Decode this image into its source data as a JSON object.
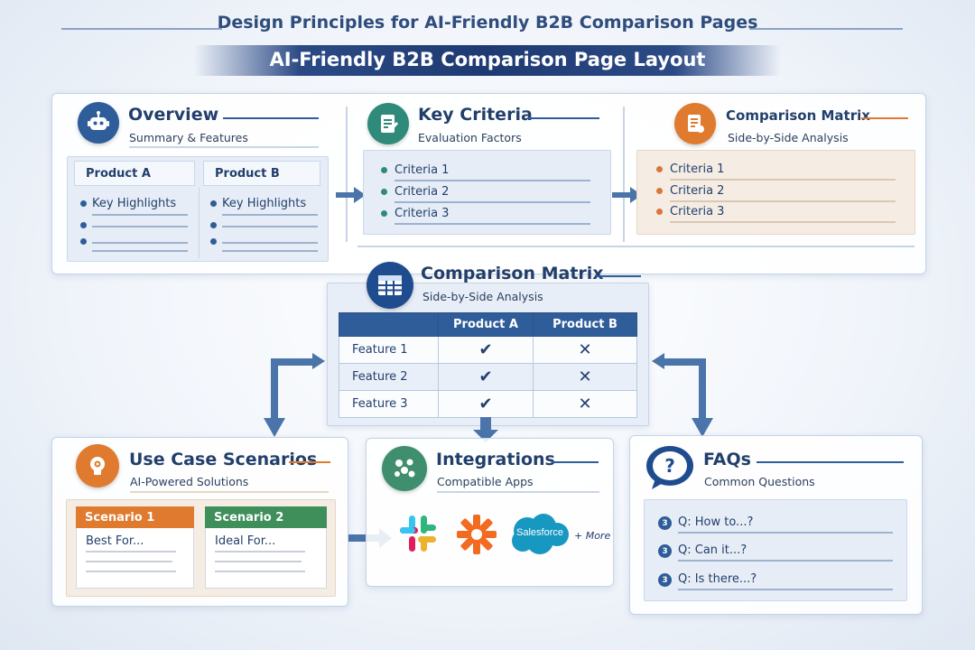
{
  "header": {
    "title": "Design Principles for AI-Friendly B2B Comparison Pages",
    "subtitle": "AI-Friendly B2B Comparison Page Layout"
  },
  "overview": {
    "title": "Overview",
    "subtitle": "Summary & Features",
    "products": [
      "Product A",
      "Product B"
    ],
    "highlight": "Key Highlights"
  },
  "key_criteria": {
    "title": "Key Criteria",
    "subtitle": "Evaluation Factors",
    "items": [
      "Criteria 1",
      "Criteria 2",
      "Criteria 3"
    ]
  },
  "top_matrix": {
    "title": "Comparison Matrix",
    "subtitle": "Side-by-Side Analysis",
    "items": [
      "Criteria 1",
      "Criteria 2",
      "Criteria 3"
    ]
  },
  "matrix": {
    "title": "Comparison Matrix",
    "subtitle": "Side-by-Side Analysis",
    "columns": [
      "",
      "Product A",
      "Product B"
    ],
    "rows": [
      {
        "feature": "Feature 1",
        "a": "✔",
        "b": "✕"
      },
      {
        "feature": "Feature 2",
        "a": "✔",
        "b": "✕"
      },
      {
        "feature": "Feature 3",
        "a": "✔",
        "b": "✕"
      }
    ]
  },
  "use_cases": {
    "title": "Use Case Scenarios",
    "subtitle": "AI-Powered Solutions",
    "scenarios": [
      {
        "label": "Scenario 1",
        "line": "Best For..."
      },
      {
        "label": "Scenario 2",
        "line": "Ideal For..."
      }
    ]
  },
  "integrations": {
    "title": "Integrations",
    "subtitle": "Compatible Apps",
    "apps": [
      "slack-logo",
      "zapier-logo",
      "Salesforce"
    ],
    "more": "+ More"
  },
  "faqs": {
    "title": "FAQs",
    "subtitle": "Common Questions",
    "questions": [
      {
        "num": "3",
        "text": "Q: How to...?"
      },
      {
        "num": "3",
        "text": "Q: Can it...?"
      },
      {
        "num": "3",
        "text": "Q: Is there...?"
      }
    ]
  },
  "colors": {
    "navy": "#1f3a72",
    "blue": "#2f5d99",
    "orange": "#e07a2e",
    "green": "#3f8f5a",
    "teal": "#2f8a7a",
    "check": "#5aa83a"
  }
}
